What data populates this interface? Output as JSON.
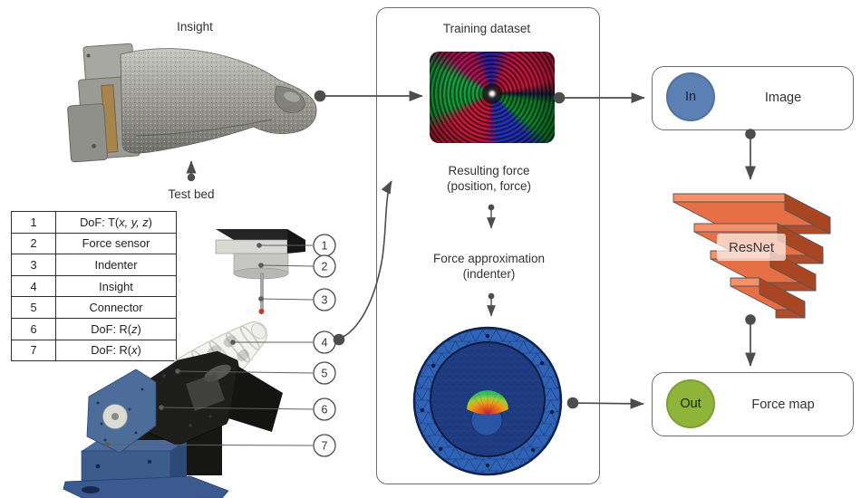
{
  "figure": {
    "insight_label": "Insight",
    "test_bed_label": "Test bed",
    "training_title": "Training dataset",
    "resulting_force_line1": "Resulting force",
    "resulting_force_line2": "(position, force)",
    "force_approx_line1": "Force approximation",
    "force_approx_line2": "(indenter)"
  },
  "parts_table": {
    "rows": [
      {
        "num": "1",
        "pre": "DoF: T(",
        "it": "x, y, z",
        "post": ")"
      },
      {
        "num": "2",
        "pre": "Force sensor",
        "it": "",
        "post": ""
      },
      {
        "num": "3",
        "pre": "Indenter",
        "it": "",
        "post": ""
      },
      {
        "num": "4",
        "pre": "Insight",
        "it": "",
        "post": ""
      },
      {
        "num": "5",
        "pre": "Connector",
        "it": "",
        "post": ""
      },
      {
        "num": "6",
        "pre": "DoF: R(",
        "it": "z",
        "post": ")"
      },
      {
        "num": "7",
        "pre": "DoF: R(",
        "it": "x",
        "post": ")"
      }
    ]
  },
  "callouts": [
    "1",
    "2",
    "3",
    "4",
    "5",
    "6",
    "7"
  ],
  "pipeline": {
    "in_label": "In",
    "image_label": "Image",
    "resnet_label": "ResNet",
    "out_label": "Out",
    "force_map_label": "Force map"
  },
  "colors": {
    "in_circle": "#5c80b4",
    "out_circle": "#8fb43a",
    "resnet_front": "#f4916b",
    "resnet_top": "#e66f45",
    "resnet_side": "#b14c29",
    "arrow": "#4d4d4d",
    "fem_ring": "#2f63b8",
    "fem_inner": "#1d3a7e"
  }
}
